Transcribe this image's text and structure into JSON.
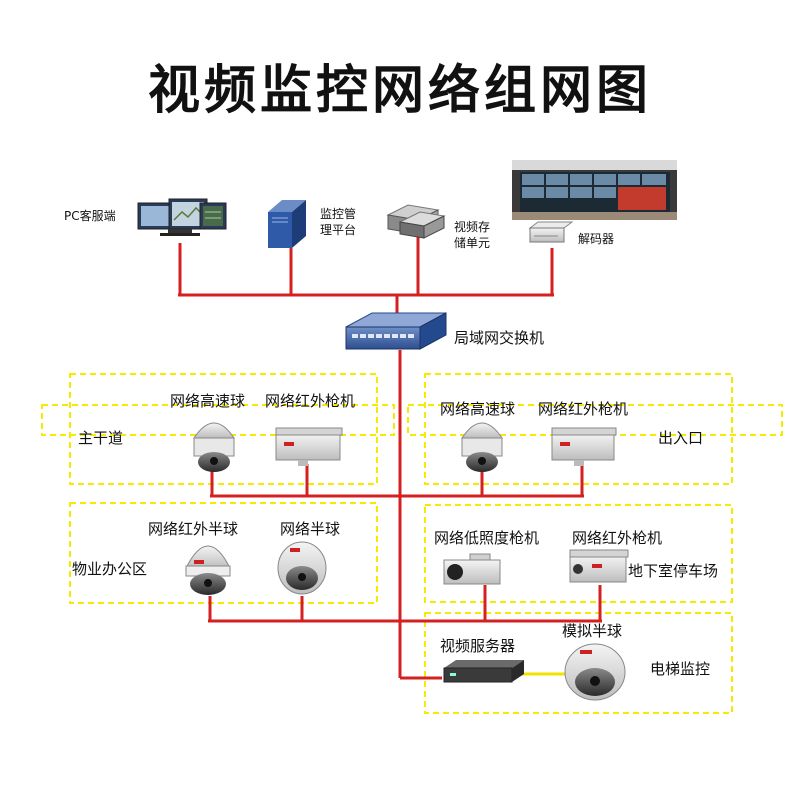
{
  "title": "视频监控网络组网图",
  "top_devices": {
    "pc_client": "PC客服端",
    "platform_line1": "监控管",
    "platform_line2": "理平台",
    "storage_line1": "视频存",
    "storage_line2": "储单元",
    "decoder": "解码器"
  },
  "switch_label": "局域网交换机",
  "zones": {
    "main_road": {
      "name": "主干道",
      "devices": [
        "网络高速球",
        "网络红外枪机"
      ]
    },
    "entrance": {
      "name": "出入口",
      "devices": [
        "网络高速球",
        "网络红外枪机"
      ]
    },
    "office": {
      "name": "物业办公区",
      "devices": [
        "网络红外半球",
        "网络半球"
      ]
    },
    "parking": {
      "name": "地下室停车场",
      "devices": [
        "网络低照度枪机",
        "网络红外枪机"
      ]
    },
    "elevator": {
      "name": "电梯监控",
      "devices": [
        "视频服务器",
        "模拟半球"
      ]
    }
  },
  "colors": {
    "network_line": "#d42020",
    "analog_line": "#f2e200",
    "zone_border": "#f5ea00"
  }
}
